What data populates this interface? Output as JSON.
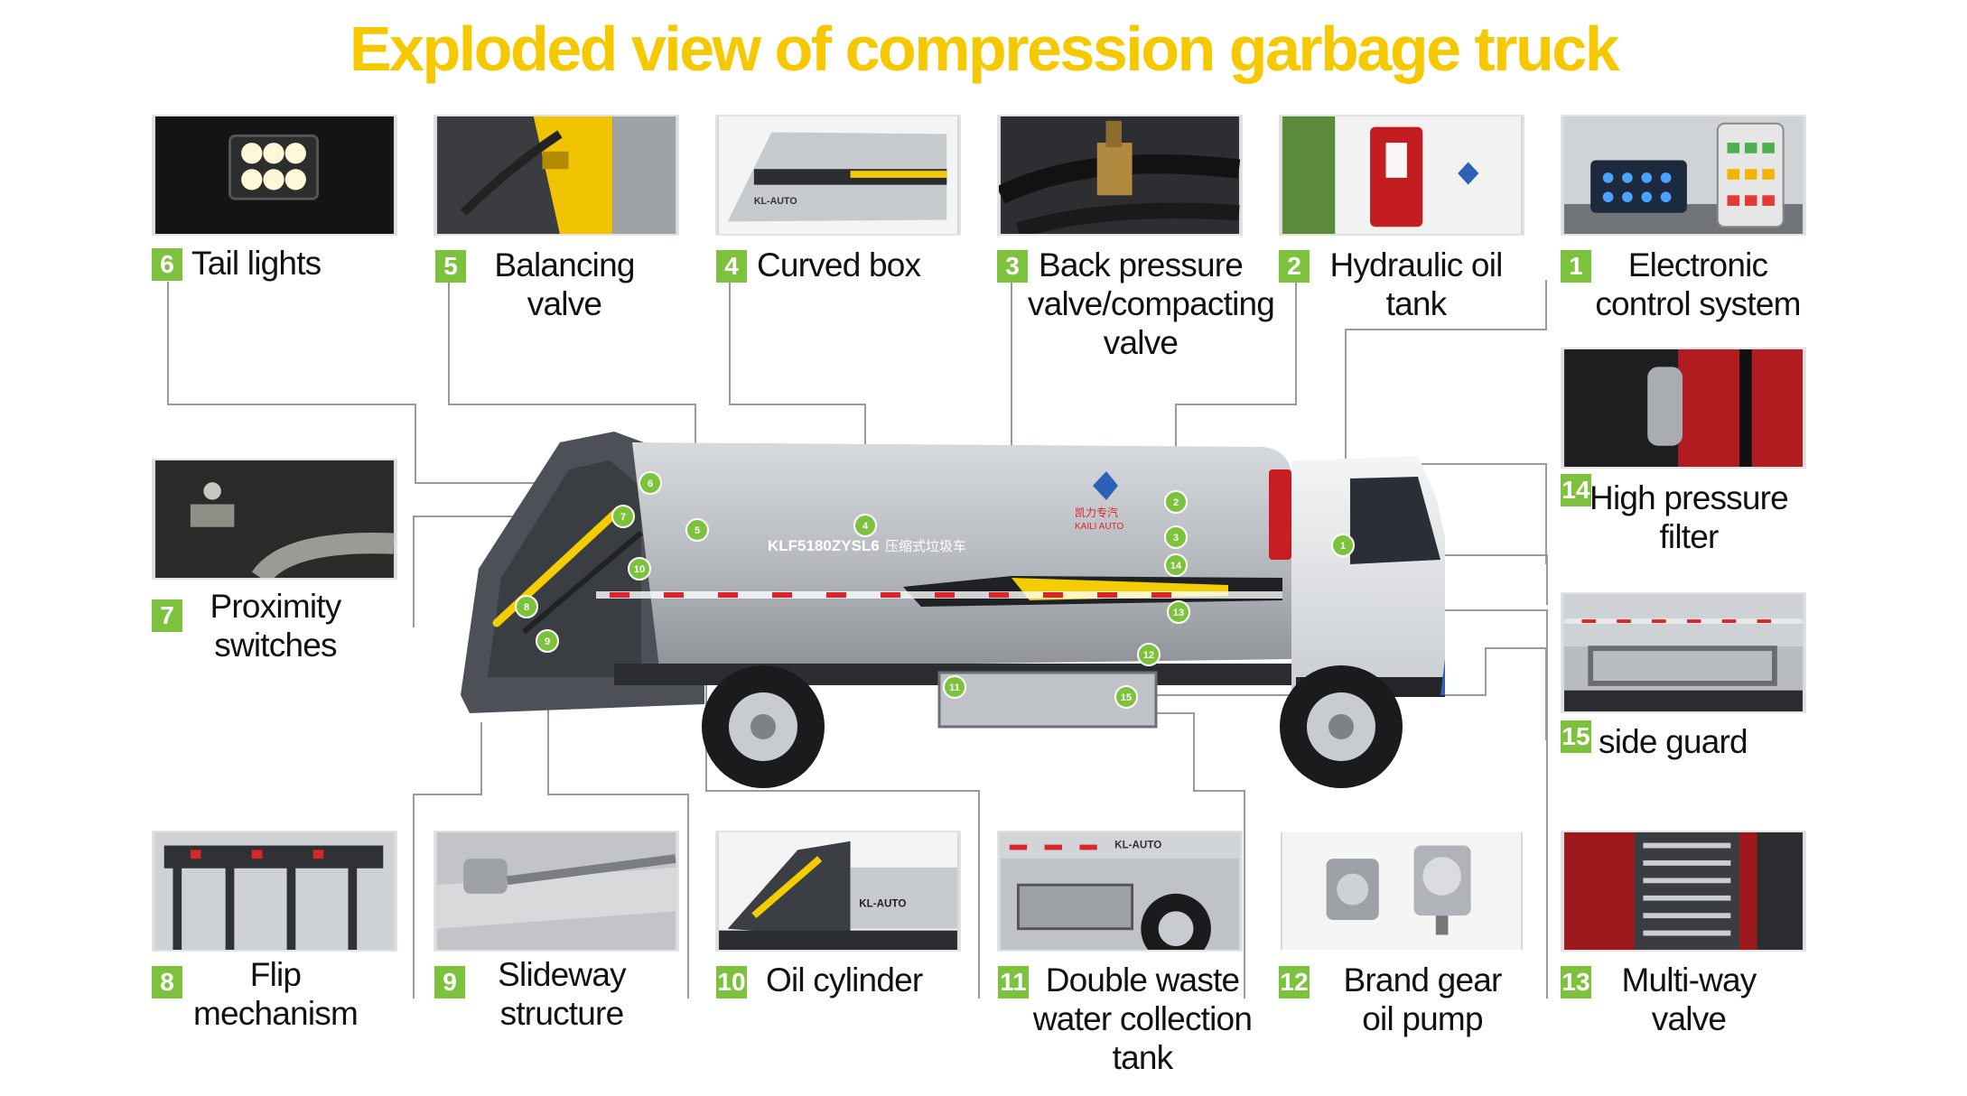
{
  "title": "Exploded view of compression garbage truck",
  "colors": {
    "title": "#f6c800",
    "badge": "#7dc23c",
    "leader": "#9a9a9a",
    "marker": "#7dc23c"
  },
  "components": [
    {
      "num": "1",
      "label": "Electronic control system",
      "icon": "control-panel-photo"
    },
    {
      "num": "2",
      "label": "Hydraulic oil tank",
      "icon": "oil-tank-photo"
    },
    {
      "num": "3",
      "label": "Back pressure valve/compacting valve",
      "icon": "valve-photo"
    },
    {
      "num": "4",
      "label": "Curved box",
      "icon": "curved-box-photo"
    },
    {
      "num": "5",
      "label": "Balancing valve",
      "icon": "balancing-valve-photo"
    },
    {
      "num": "6",
      "label": "Tail lights",
      "icon": "tail-light-photo"
    },
    {
      "num": "7",
      "label": "Proximity switches",
      "icon": "proximity-switch-photo"
    },
    {
      "num": "8",
      "label": "Flip mechanism",
      "icon": "flip-mechanism-photo"
    },
    {
      "num": "9",
      "label": "Slideway structure",
      "icon": "slideway-photo"
    },
    {
      "num": "10",
      "label": "Oil cylinder",
      "icon": "oil-cylinder-photo"
    },
    {
      "num": "11",
      "label": "Double waste water collection tank",
      "icon": "waste-tank-photo"
    },
    {
      "num": "12",
      "label": "Brand gear oil pump",
      "icon": "gear-pump-photo"
    },
    {
      "num": "13",
      "label": "Multi-way valve",
      "icon": "multiway-valve-photo"
    },
    {
      "num": "14",
      "label": "High pressure filter",
      "icon": "filter-photo"
    },
    {
      "num": "15",
      "label": "side guard",
      "icon": "side-guard-photo"
    }
  ],
  "truck": {
    "model_text": "KLF5180ZYSL6",
    "chinese_text": "压缩式垃圾车",
    "brand_text": "凯力专汽",
    "brand_sub": "KAILI AUTO",
    "photo_text": "KL-AUTO"
  }
}
